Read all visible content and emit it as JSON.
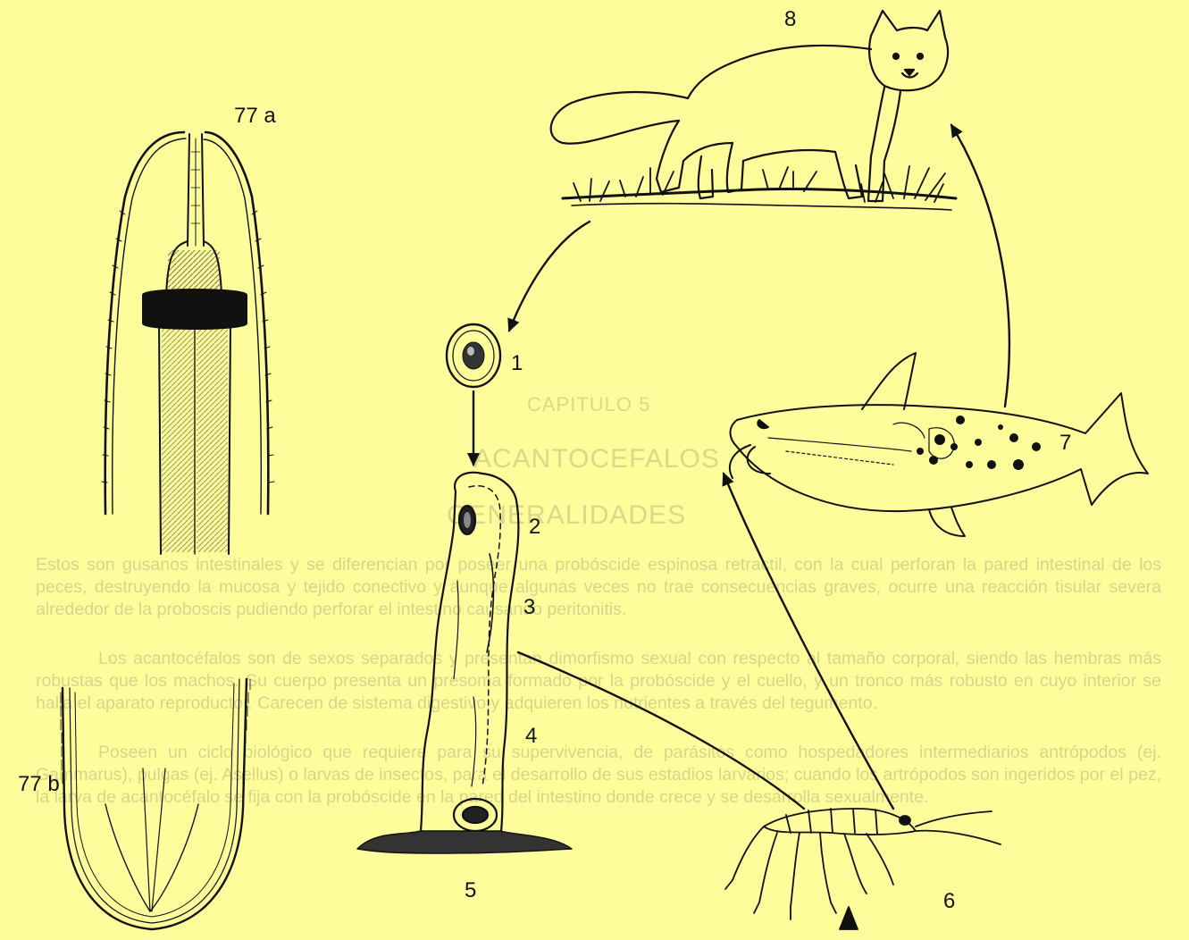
{
  "figure_labels": {
    "fig_a": "77 a",
    "fig_b": "77 b",
    "stage_1": "1",
    "stage_2": "2",
    "stage_3": "3",
    "stage_4": "4",
    "stage_5": "5",
    "stage_6": "6",
    "stage_7": "7",
    "stage_8": "8"
  },
  "background_text": {
    "chapter": "CAPITULO 5",
    "title": "ACANTOCEFALOS",
    "subtitle": "GENERALIDADES",
    "paragraph_1": "Estos son gusanos intestinales y se diferencian por poseer una probóscide espinosa retractil, con la cual perforan la pared intestinal de los peces, destruyendo la mucosa y tejido conectivo y aunque algunas veces no trae consecuencias graves, ocurre una reacción tisular severa alrededor de la proboscis pudiendo perforar el intestino causando peritonitis.",
    "paragraph_2": "Los acantocéfalos son de sexos separados y presentan dimorfismo sexual con respecto al tamaño corporal, siendo las hembras más robustas que los machos. Su cuerpo presenta un presoma formado por la probóscide y el cuello, y un tronco más robusto en cuyo interior se halla el aparato reproductor. Carecen de sistema digestivo y adquieren los nutrientes a través del tegumento.",
    "paragraph_3": "Poseen un ciclo biológico que requiere para su supervivencia, de parásitos como hospedadores intermediarios antrópodos (ej. Gammarus), pulgas (ej. Asellus) o larvas de insectos, para el desarrollo de sus estadios larvarios; cuando los artrópodos son ingeridos por el pez, la larva de acantocéfalo se fija con la probóscide en la pared del intestino donde crece y se desarrolla sexualmente."
  },
  "colors": {
    "page_background": "#fdfd9c",
    "ink": "#111111",
    "ghost_text": "#d6d68a"
  }
}
